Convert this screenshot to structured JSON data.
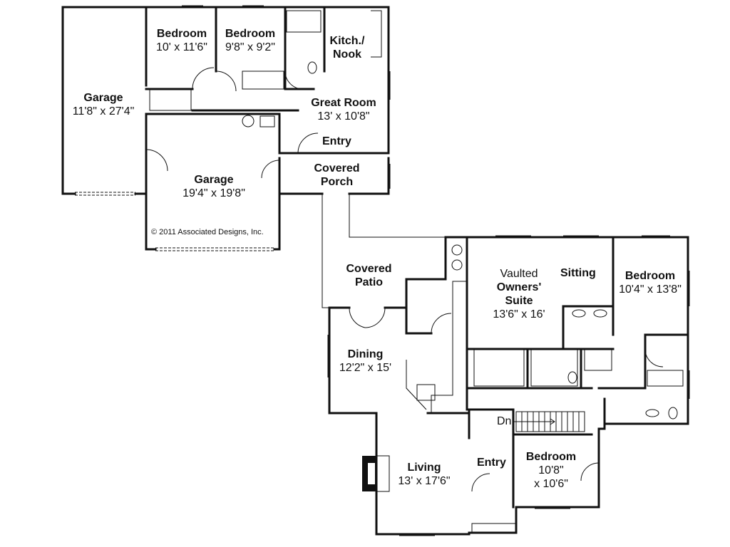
{
  "rooms": {
    "garage_left": {
      "name": "Garage",
      "dims": "11'8\" x 27'4\""
    },
    "bedroom_1": {
      "name": "Bedroom",
      "dims": "10' x 11'6\""
    },
    "bedroom_2": {
      "name": "Bedroom",
      "dims": "9'8\" x 9'2\""
    },
    "kitchen_nook": {
      "name": "Kitch./",
      "name2": "Nook"
    },
    "great_room": {
      "name": "Great Room",
      "dims": "13' x 10'8\""
    },
    "entry_top": {
      "name": "Entry"
    },
    "covered_porch": {
      "name": "Covered",
      "name2": "Porch"
    },
    "garage_main": {
      "name": "Garage",
      "dims": "19'4\" x 19'8\""
    },
    "covered_patio": {
      "name": "Covered",
      "name2": "Patio"
    },
    "owners_suite": {
      "prefix": "Vaulted",
      "name": "Owners'",
      "name2": "Suite",
      "dims": "13'6\" x 16'"
    },
    "sitting": {
      "name": "Sitting"
    },
    "bedroom_3": {
      "name": "Bedroom",
      "dims": "10'4\" x 13'8\""
    },
    "dining": {
      "name": "Dining",
      "dims": "12'2\" x 15'"
    },
    "living": {
      "name": "Living",
      "dims": "13' x 17'6\""
    },
    "entry_main": {
      "name": "Entry"
    },
    "bedroom_4": {
      "name": "Bedroom",
      "dims": "10'8\"",
      "dims2": "x 10'6\""
    },
    "stairs": {
      "label": "Dn"
    }
  },
  "copyright": "© 2011 Associated Designs, Inc."
}
